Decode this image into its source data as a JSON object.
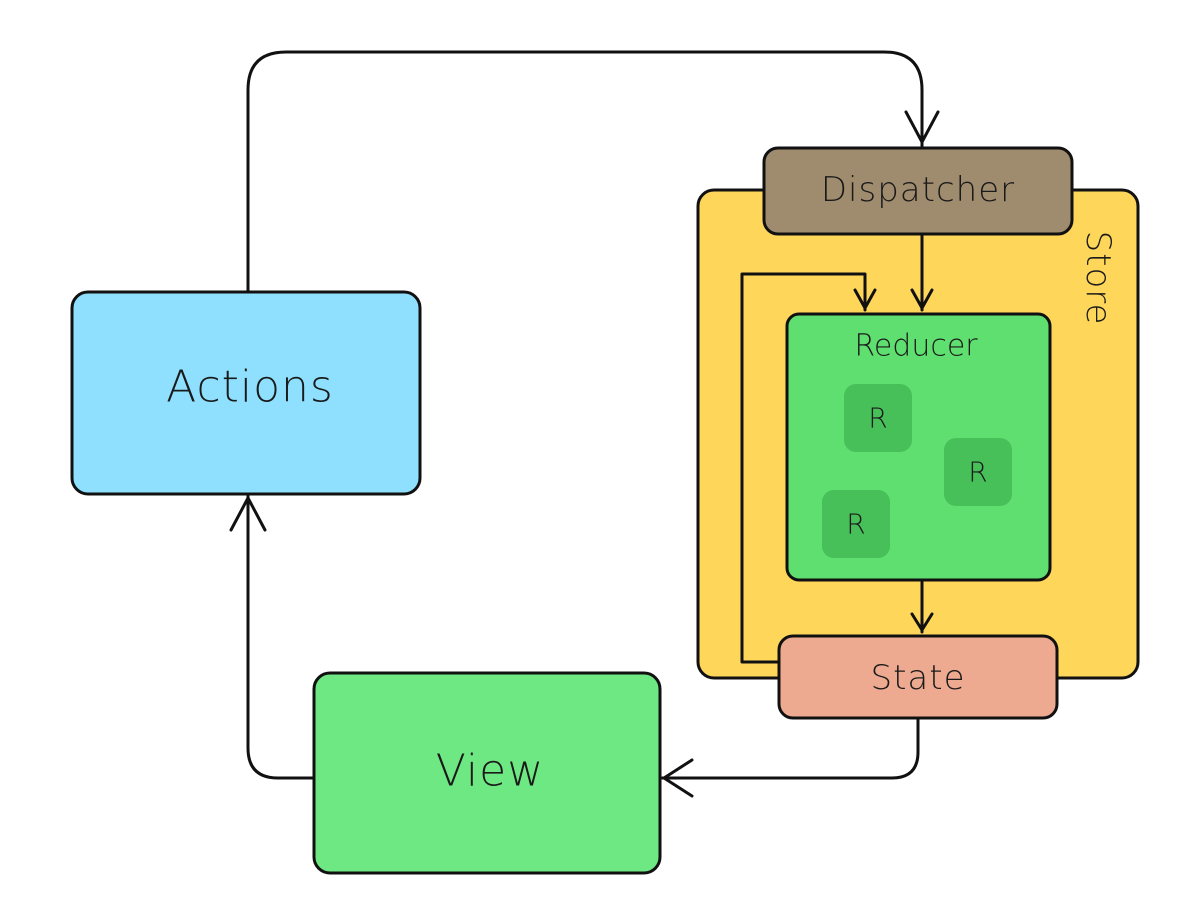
{
  "nodes": {
    "actions": {
      "label": "Actions",
      "color": "#8FE0FF"
    },
    "view": {
      "label": "View",
      "color": "#6EE882"
    },
    "store": {
      "label": "Store",
      "color": "#FED65A"
    },
    "dispatcher": {
      "label": "Dispatcher",
      "color": "#9F8C6E"
    },
    "reducer": {
      "label": "Reducer",
      "color": "#5FDF6F"
    },
    "state": {
      "label": "State",
      "color": "#EEAA90"
    },
    "reducer_items": [
      {
        "label": "R"
      },
      {
        "label": "R"
      },
      {
        "label": "R"
      }
    ],
    "reducer_item_color": "#48C05A"
  },
  "edges": [
    {
      "from": "actions",
      "to": "dispatcher"
    },
    {
      "from": "dispatcher",
      "to": "reducer"
    },
    {
      "from": "reducer",
      "to": "state"
    },
    {
      "from": "state",
      "to": "reducer"
    },
    {
      "from": "state",
      "to": "view"
    },
    {
      "from": "view",
      "to": "actions"
    }
  ]
}
